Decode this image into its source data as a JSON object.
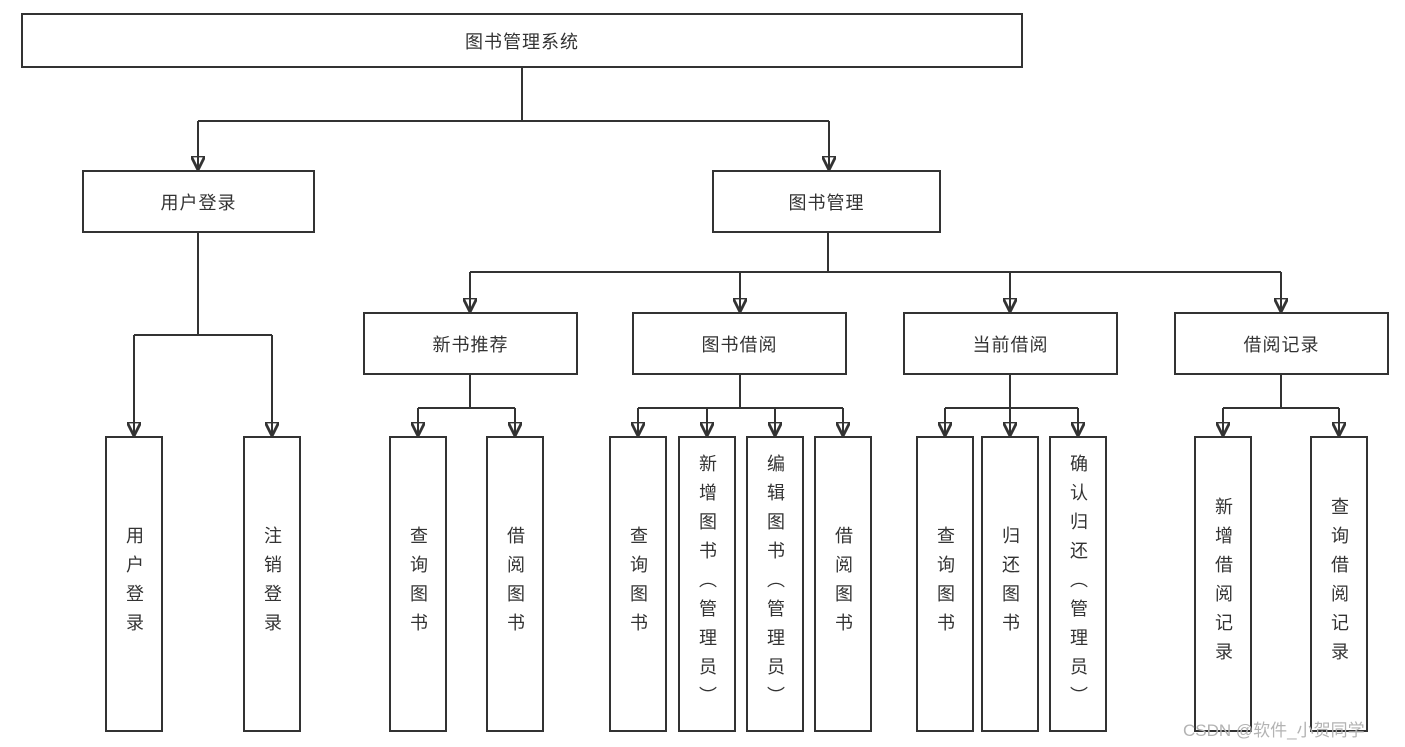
{
  "nodes": {
    "root": {
      "label": "图书管理系统"
    },
    "branches": [
      {
        "label": "用户登录",
        "children": [
          {
            "label": "用户登录"
          },
          {
            "label": "注销登录"
          }
        ]
      },
      {
        "label": "图书管理",
        "children": [
          {
            "label": "新书推荐",
            "children": [
              {
                "label": "查询图书"
              },
              {
                "label": "借阅图书"
              }
            ]
          },
          {
            "label": "图书借阅",
            "children": [
              {
                "label": "查询图书"
              },
              {
                "label": "新增图书（管理员）"
              },
              {
                "label": "编辑图书（管理员）"
              },
              {
                "label": "借阅图书"
              }
            ]
          },
          {
            "label": "当前借阅",
            "children": [
              {
                "label": "查询图书"
              },
              {
                "label": "归还图书"
              },
              {
                "label": "确认归还（管理员）"
              }
            ]
          },
          {
            "label": "借阅记录",
            "children": [
              {
                "label": "新增借阅记录"
              },
              {
                "label": "查询借阅记录"
              }
            ]
          }
        ]
      }
    ]
  },
  "watermark": {
    "text": "CSDN @软件_小贺同学",
    "color": "#b3b3b3"
  },
  "colors": {
    "line": "#333333",
    "text": "#333333",
    "box_border": "#333333",
    "background": "#ffffff"
  }
}
